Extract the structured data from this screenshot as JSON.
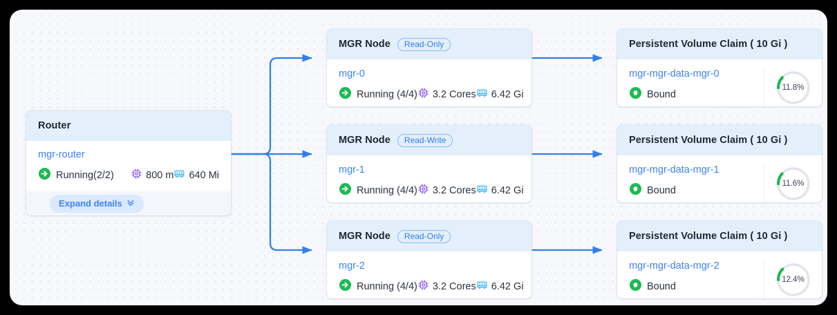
{
  "canvas": {
    "background_color": "#f7f8fc",
    "grid_dot_color": "#e3e6ee",
    "accent_color": "#2f7ff0"
  },
  "router": {
    "title": "Router",
    "name": "mgr-router",
    "status_icon": "running-arrow-icon",
    "status": "Running(2/2)",
    "cpu_icon": "cpu-chip-icon",
    "cpu": "800 m",
    "memory_icon": "memory-module-icon",
    "memory": "640 Mi",
    "expand_label": "Expand details",
    "expand_chevron": "chevron-double-down-icon"
  },
  "mgr_nodes": [
    {
      "title": "MGR Node",
      "badge": "Read-Only",
      "name": "mgr-0",
      "status_icon": "running-arrow-icon",
      "status": "Running (4/4)",
      "cpu_icon": "cpu-chip-icon",
      "cpu": "3.2 Cores",
      "memory_icon": "memory-module-icon",
      "memory": "6.42 Gi"
    },
    {
      "title": "MGR Node",
      "badge": "Read-Write",
      "name": "mgr-1",
      "status_icon": "running-arrow-icon",
      "status": "Running (4/4)",
      "cpu_icon": "cpu-chip-icon",
      "cpu": "3.2 Cores",
      "memory_icon": "memory-module-icon",
      "memory": "6.42 Gi"
    },
    {
      "title": "MGR Node",
      "badge": "Read-Only",
      "name": "mgr-2",
      "status_icon": "running-arrow-icon",
      "status": "Running (4/4)",
      "cpu_icon": "cpu-chip-icon",
      "cpu": "3.2 Cores",
      "memory_icon": "memory-module-icon",
      "memory": "6.42 Gi"
    }
  ],
  "pvcs": [
    {
      "title": "Persistent Volume Claim ( 10 Gi )",
      "name": "mgr-mgr-data-mgr-0",
      "status_icon": "link-bound-icon",
      "status": "Bound",
      "usage_percent": 11.8,
      "usage_label": "11.8%"
    },
    {
      "title": "Persistent Volume Claim ( 10 Gi )",
      "name": "mgr-mgr-data-mgr-1",
      "status_icon": "link-bound-icon",
      "status": "Bound",
      "usage_percent": 11.6,
      "usage_label": "11.6%"
    },
    {
      "title": "Persistent Volume Claim ( 10 Gi )",
      "name": "mgr-mgr-data-mgr-2",
      "status_icon": "link-bound-icon",
      "status": "Bound",
      "usage_percent": 12.4,
      "usage_label": "12.4%"
    }
  ],
  "colors": {
    "link": "#2f7ff0",
    "status_green": "#1db954",
    "cpu_purple": "#8b5cf6",
    "memory_blue": "#38b6f0",
    "donut_track": "#e2e5ea",
    "donut_fill": "#14b84b"
  }
}
